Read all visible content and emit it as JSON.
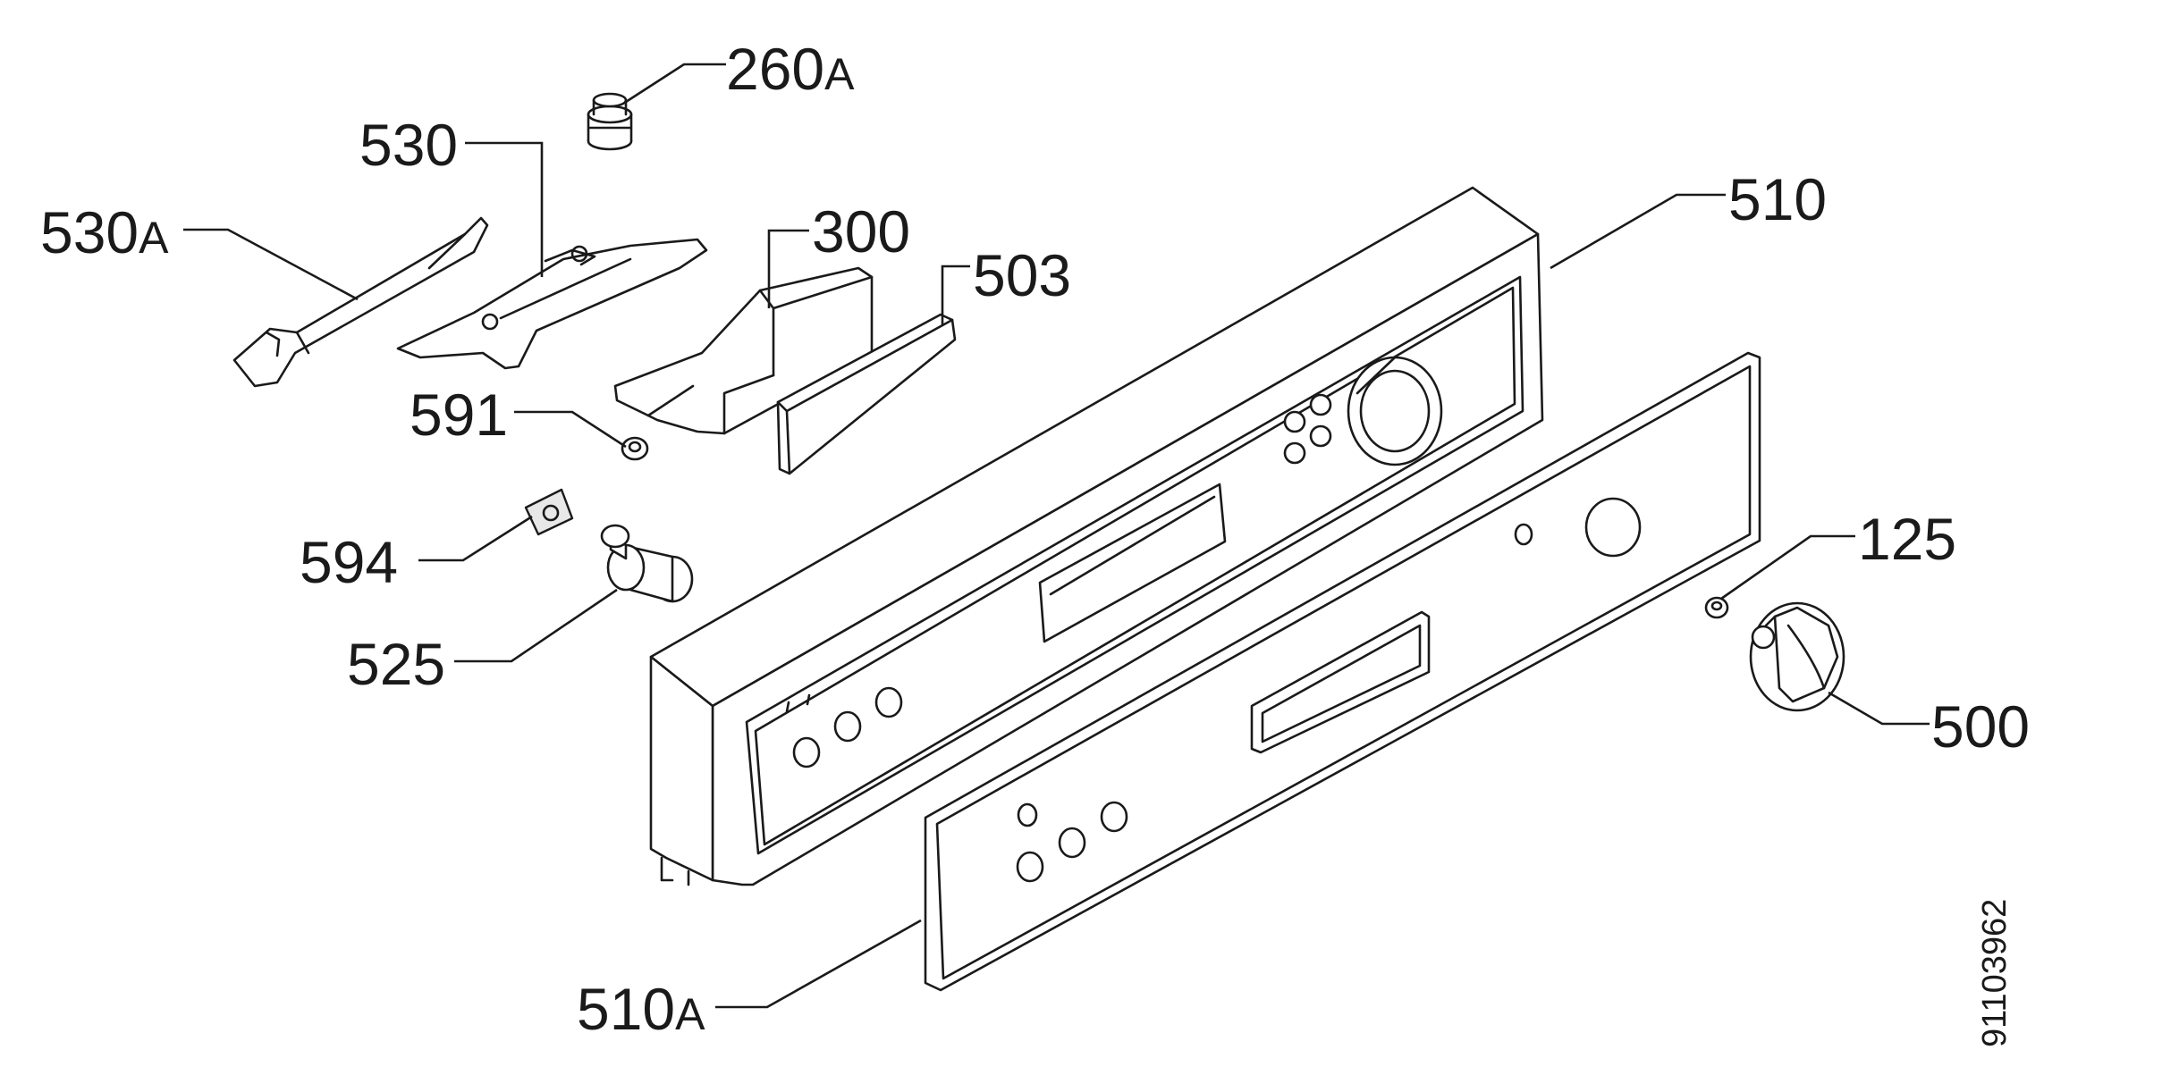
{
  "diagram": {
    "document_number": "91103962",
    "labels": {
      "p260a": {
        "num": "260",
        "suffix": "A"
      },
      "p530": {
        "num": "530",
        "suffix": ""
      },
      "p530a": {
        "num": "530",
        "suffix": "A"
      },
      "p300": {
        "num": "300",
        "suffix": ""
      },
      "p503": {
        "num": "503",
        "suffix": ""
      },
      "p510": {
        "num": "510",
        "suffix": ""
      },
      "p591": {
        "num": "591",
        "suffix": ""
      },
      "p594": {
        "num": "594",
        "suffix": ""
      },
      "p525": {
        "num": "525",
        "suffix": ""
      },
      "p125": {
        "num": "125",
        "suffix": ""
      },
      "p500": {
        "num": "500",
        "suffix": ""
      },
      "p510a": {
        "num": "510",
        "suffix": "A"
      }
    }
  }
}
